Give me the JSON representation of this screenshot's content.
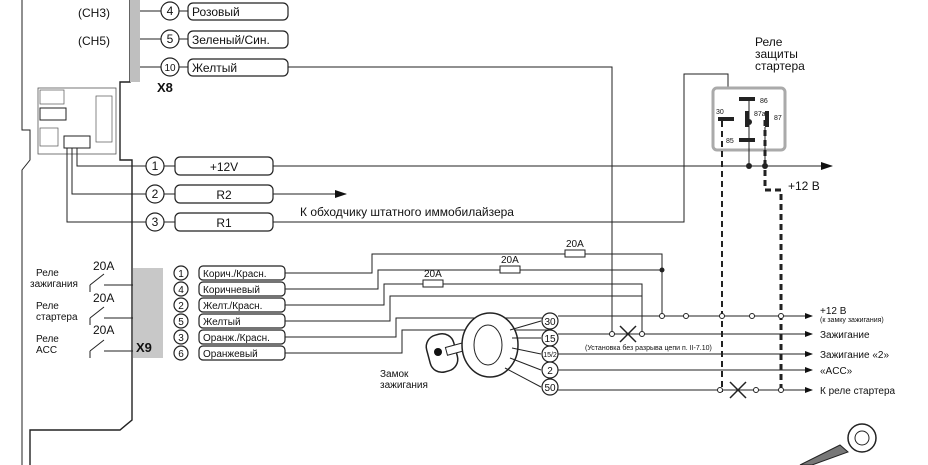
{
  "channels": [
    "(CH3)",
    "(CH5)"
  ],
  "x8": {
    "label": "X8",
    "pins": [
      {
        "num": "4",
        "wire": "Розовый"
      },
      {
        "num": "5",
        "wire": "Зеленый/Син."
      },
      {
        "num": "10",
        "wire": "Желтый"
      }
    ]
  },
  "power": {
    "pins": [
      {
        "num": "1",
        "wire": "+12V"
      },
      {
        "num": "2",
        "wire": "R2"
      },
      {
        "num": "3",
        "wire": "R1"
      }
    ],
    "immobilizer_note": "К обходчику штатного иммобилайзера"
  },
  "starter_relay": {
    "title_lines": [
      "Реле",
      "защиты",
      "стартера"
    ],
    "pins": [
      "86",
      "30",
      "87a",
      "87",
      "85"
    ],
    "supply": "+12 В"
  },
  "x9": {
    "label": "X9",
    "relays": [
      {
        "lines": [
          "Реле",
          "зажигания"
        ],
        "fuse": "20A"
      },
      {
        "lines": [
          "Реле",
          "стартера"
        ],
        "fuse": "20A"
      },
      {
        "lines": [
          "Реле",
          "ACC"
        ],
        "fuse": "20A"
      }
    ],
    "pins": [
      {
        "num": "1",
        "wire": "Корич./Красн."
      },
      {
        "num": "4",
        "wire": "Коричневый"
      },
      {
        "num": "2",
        "wire": "Желт./Красн."
      },
      {
        "num": "5",
        "wire": "Желтый"
      },
      {
        "num": "3",
        "wire": "Оранж./Красн."
      },
      {
        "num": "6",
        "wire": "Оранжевый"
      }
    ]
  },
  "fuses": [
    "20A",
    "20A",
    "20A"
  ],
  "lock": {
    "label_lines": [
      "Замок",
      "зажигания"
    ],
    "terminals": [
      "30",
      "15",
      "15/2",
      "2",
      "50"
    ],
    "cut_note": "(Установка без разрыва цепи п. II-7.10)"
  },
  "outputs": [
    {
      "main": "+12 В",
      "sub": "(к замку зажигания)"
    },
    {
      "main": "Зажигание",
      "sub": ""
    },
    {
      "main": "Зажигание «2»",
      "sub": ""
    },
    {
      "main": "«ACC»",
      "sub": ""
    },
    {
      "main": "К реле стартера",
      "sub": ""
    }
  ]
}
